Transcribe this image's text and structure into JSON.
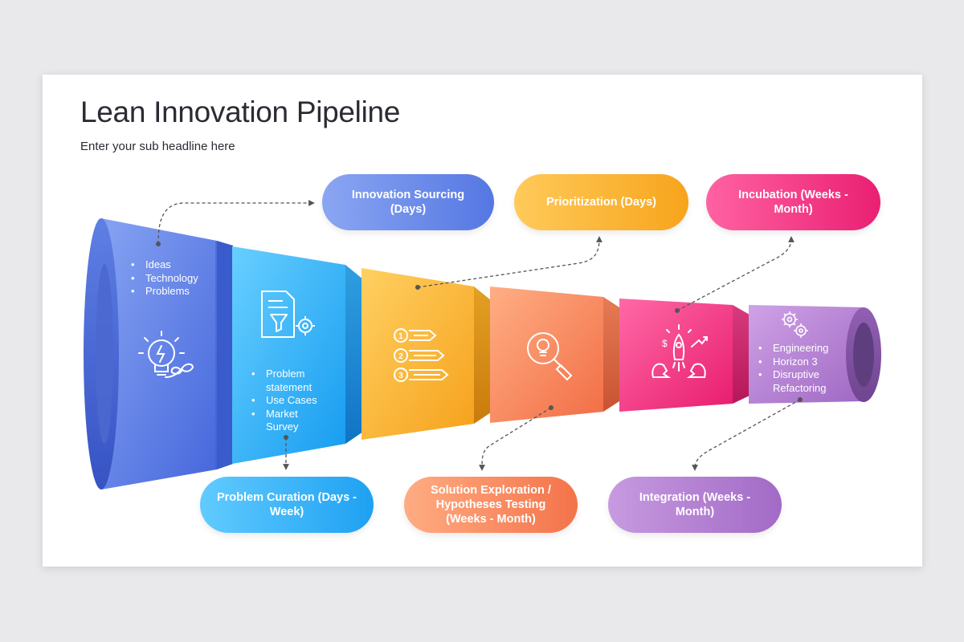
{
  "title": "Lean Innovation Pipeline",
  "subtitle": "Enter your sub headline here",
  "stages": [
    {
      "label": "Innovation Sourcing (Days)",
      "color_from": "#7f9ef2",
      "color_to": "#4a6fe0"
    },
    {
      "label": "Problem Curation (Days - Week)",
      "color_from": "#5ecbff",
      "color_to": "#1fa2f2"
    },
    {
      "label": "Prioritization (Days)",
      "color_from": "#ffcf5a",
      "color_to": "#f7a418"
    },
    {
      "label": "Solution Exploration / Hypotheses Testing (Weeks - Month)",
      "color_from": "#ffa77c",
      "color_to": "#f4734a"
    },
    {
      "label": "Incubation (Weeks - Month)",
      "color_from": "#ff5fa0",
      "color_to": "#ea1f72"
    },
    {
      "label": "Integration (Weeks - Month)",
      "color_from": "#c79ae0",
      "color_to": "#a26ac6"
    }
  ],
  "bullets_sourcing": [
    "Ideas",
    "Technology",
    "Problems"
  ],
  "bullets_curation": [
    "Problem statement",
    "Use Cases",
    "Market Survey"
  ],
  "bullets_integration": [
    "Engineering",
    "Horizon 3",
    "Disruptive Refactoring"
  ],
  "icons": [
    "lightbulb-icon",
    "document-filter-icon",
    "numbered-list-icon",
    "magnifier-idea-icon",
    "rocket-launch-icon",
    "gears-icon"
  ]
}
